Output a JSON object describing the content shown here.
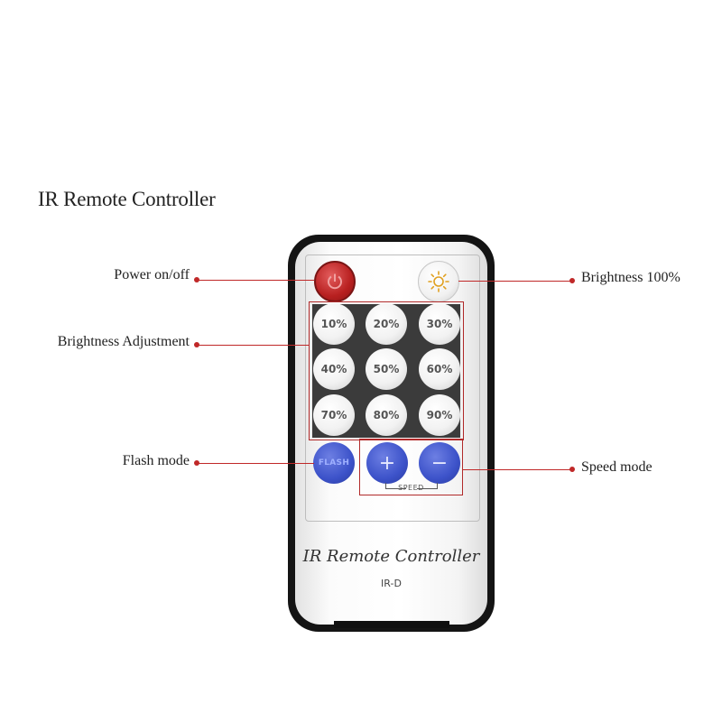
{
  "page_title": "IR Remote Controller",
  "callouts": {
    "power": "Power on/off",
    "brightness_adjustment": "Brightness Adjustment",
    "flash_mode": "Flash mode",
    "brightness_full": "Brightness  100%",
    "speed_mode": "Speed mode"
  },
  "remote": {
    "label": "IR Remote Controller",
    "model": "IR-D",
    "brightness_levels": [
      "10%",
      "20%",
      "30%",
      "40%",
      "50%",
      "60%",
      "70%",
      "80%",
      "90%"
    ],
    "flash_label": "FLASH",
    "speed_up": "+",
    "speed_down": "−",
    "speed_caption": "SPEED",
    "power_icon": "power-icon",
    "sun_icon": "sun-icon"
  },
  "colors": {
    "accent_red": "#c02828",
    "power_button": "#b82020",
    "blue_buttons": "#3c52c9"
  }
}
